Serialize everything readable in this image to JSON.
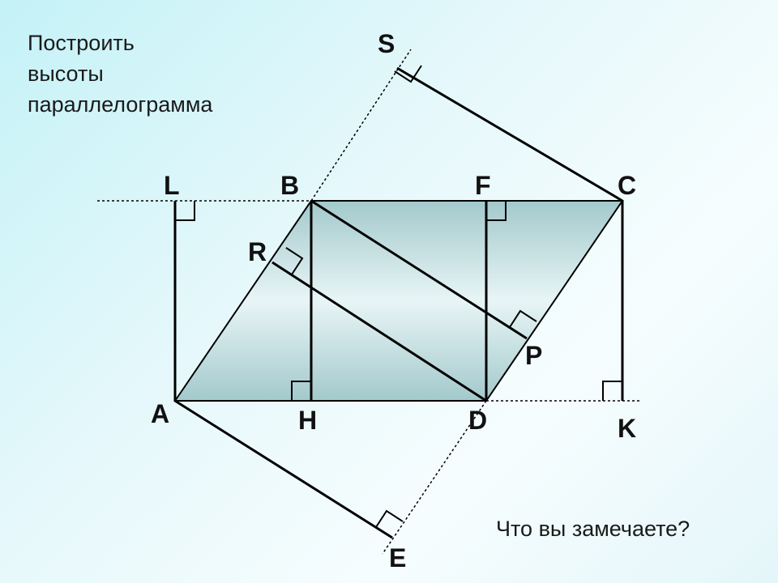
{
  "title_lines": [
    "Построить",
    "высоты",
    "параллелограмма"
  ],
  "question": "Что вы замечаете?",
  "points": {
    "S": "S",
    "L": "L",
    "B": "B",
    "F": "F",
    "C": "C",
    "R": "R",
    "P": "P",
    "A": "A",
    "H": "H",
    "D": "D",
    "K": "K",
    "E": "E"
  },
  "colors": {
    "line": "#000000",
    "fill": "#a9cdd0",
    "text": "#1a1a1a"
  }
}
